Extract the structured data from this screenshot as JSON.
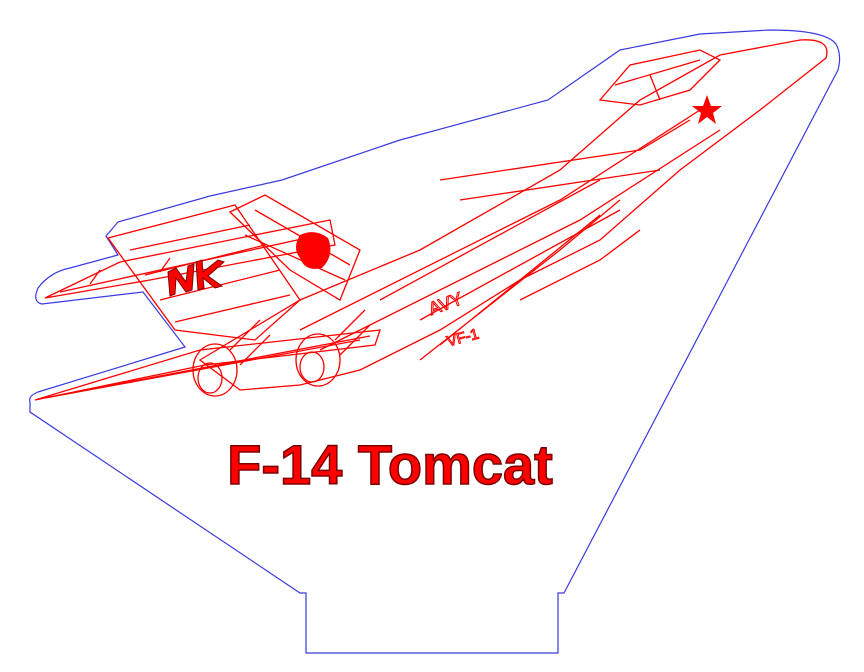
{
  "title": "F-14 Tomcat",
  "markings": {
    "tail_code": "NK",
    "navy": "AVY",
    "squadron": "VF-1"
  },
  "colors": {
    "outline": "#3a3ae0",
    "art": "#ff0000"
  }
}
